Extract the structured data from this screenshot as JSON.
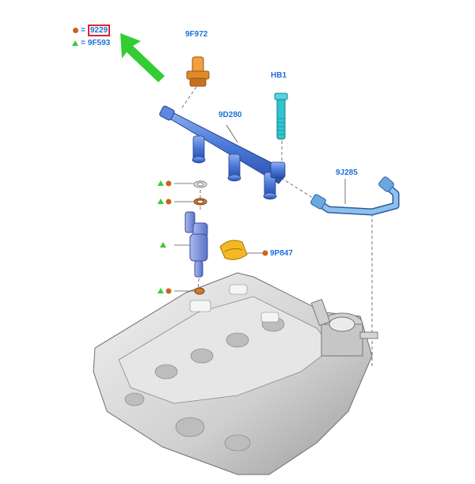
{
  "legend": {
    "dot_label": "9229",
    "dot_color": "#c8641e",
    "triangle_label": "9F593",
    "triangle_color": "#3cc83c",
    "equals": "="
  },
  "labels": {
    "sensor": "9F972",
    "bolt": "HB1",
    "rail": "9D280",
    "pipe": "9J285",
    "clip": "9P847"
  },
  "colors": {
    "label_text": "#1e6fd9",
    "rail": "#4a78d8",
    "bolt": "#2ec5d0",
    "pipe": "#6aa8e0",
    "sensor": "#e08a2a",
    "clip": "#f0b020",
    "injector": "#7a90d8",
    "engine": "#d8d8d8",
    "arrow": "#33cc33",
    "highlight": "#e0232b"
  }
}
